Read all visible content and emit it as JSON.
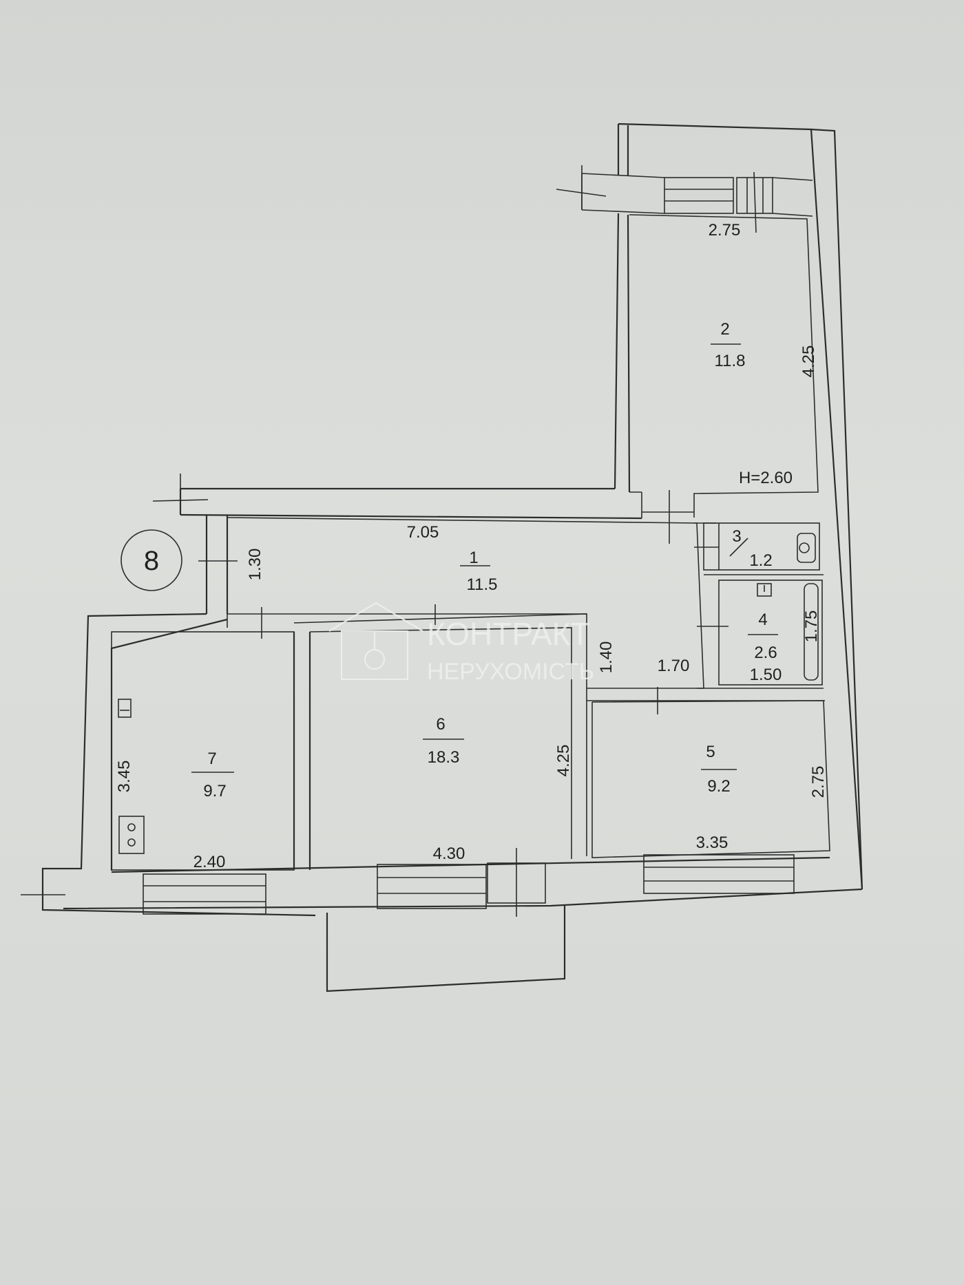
{
  "plan": {
    "apartment_number": "8",
    "ceiling_height_label": "H=2.60",
    "rooms": [
      {
        "id": "1",
        "area": "11.5"
      },
      {
        "id": "2",
        "area": "11.8"
      },
      {
        "id": "3",
        "area": "1.2"
      },
      {
        "id": "4",
        "area": "2.6"
      },
      {
        "id": "5",
        "area": "9.2"
      },
      {
        "id": "6",
        "area": "18.3"
      },
      {
        "id": "7",
        "area": "9.7"
      }
    ],
    "dimensions": {
      "room2_width": "2.75",
      "room2_length": "4.25",
      "corridor_length": "7.05",
      "corridor_width": "1.30",
      "hall_depth": "1.40",
      "hall_width": "1.70",
      "bath_length": "1.75",
      "bath_width": "1.50",
      "room7_length": "3.45",
      "room7_width": "2.40",
      "room6_length": "4.25",
      "room6_width": "4.30",
      "room5_length": "2.75",
      "room5_width": "3.35"
    }
  },
  "watermark": {
    "line1": "КОНТРАКТ",
    "line2": "НЕРУХОМІСТЬ"
  },
  "colors": {
    "paper": "#d9dbd8",
    "ink": "#2c2c2c",
    "watermark": "#f0f2ef"
  }
}
